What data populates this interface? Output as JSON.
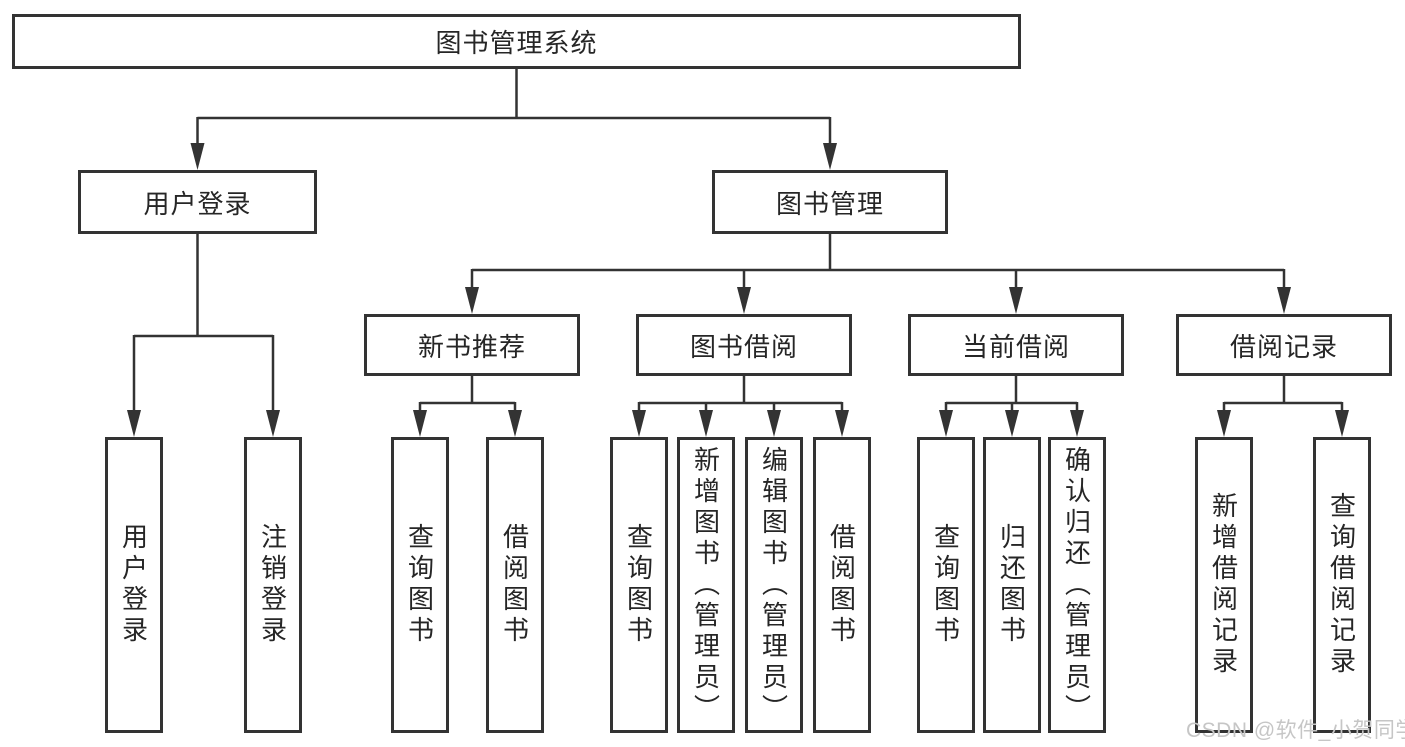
{
  "diagram": {
    "root": {
      "label": "图书管理系统"
    },
    "level2": [
      {
        "label": "用户登录"
      },
      {
        "label": "图书管理"
      }
    ],
    "level3": [
      {
        "label": "新书推荐"
      },
      {
        "label": "图书借阅"
      },
      {
        "label": "当前借阅"
      },
      {
        "label": "借阅记录"
      }
    ],
    "leaves": {
      "user": [
        "用户登录",
        "注销登录"
      ],
      "recommend": [
        "查询图书",
        "借阅图书"
      ],
      "borrow": [
        "查询图书",
        "新增图书（管理员）",
        "编辑图书（管理员）",
        "借阅图书"
      ],
      "current": [
        "查询图书",
        "归还图书",
        "确认归还（管理员）"
      ],
      "records": [
        "新增借阅记录",
        "查询借阅记录"
      ]
    }
  },
  "watermark": {
    "text": "CSDN @软件_小贺同学"
  },
  "colors": {
    "line": "#333333",
    "text": "#262626",
    "background": "#ffffff",
    "watermark": "#c6c6c6"
  }
}
